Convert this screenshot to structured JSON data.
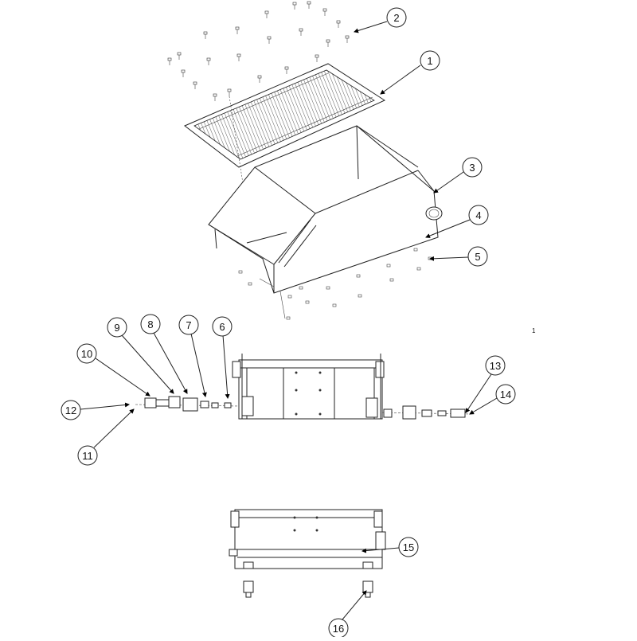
{
  "callouts": [
    "1",
    "2",
    "3",
    "4",
    "5",
    "6",
    "7",
    "8",
    "9",
    "10",
    "11",
    "12",
    "13",
    "14",
    "15",
    "16"
  ],
  "sheet_mark": "1",
  "colors": {
    "line": "#222222",
    "background": "#ffffff"
  }
}
